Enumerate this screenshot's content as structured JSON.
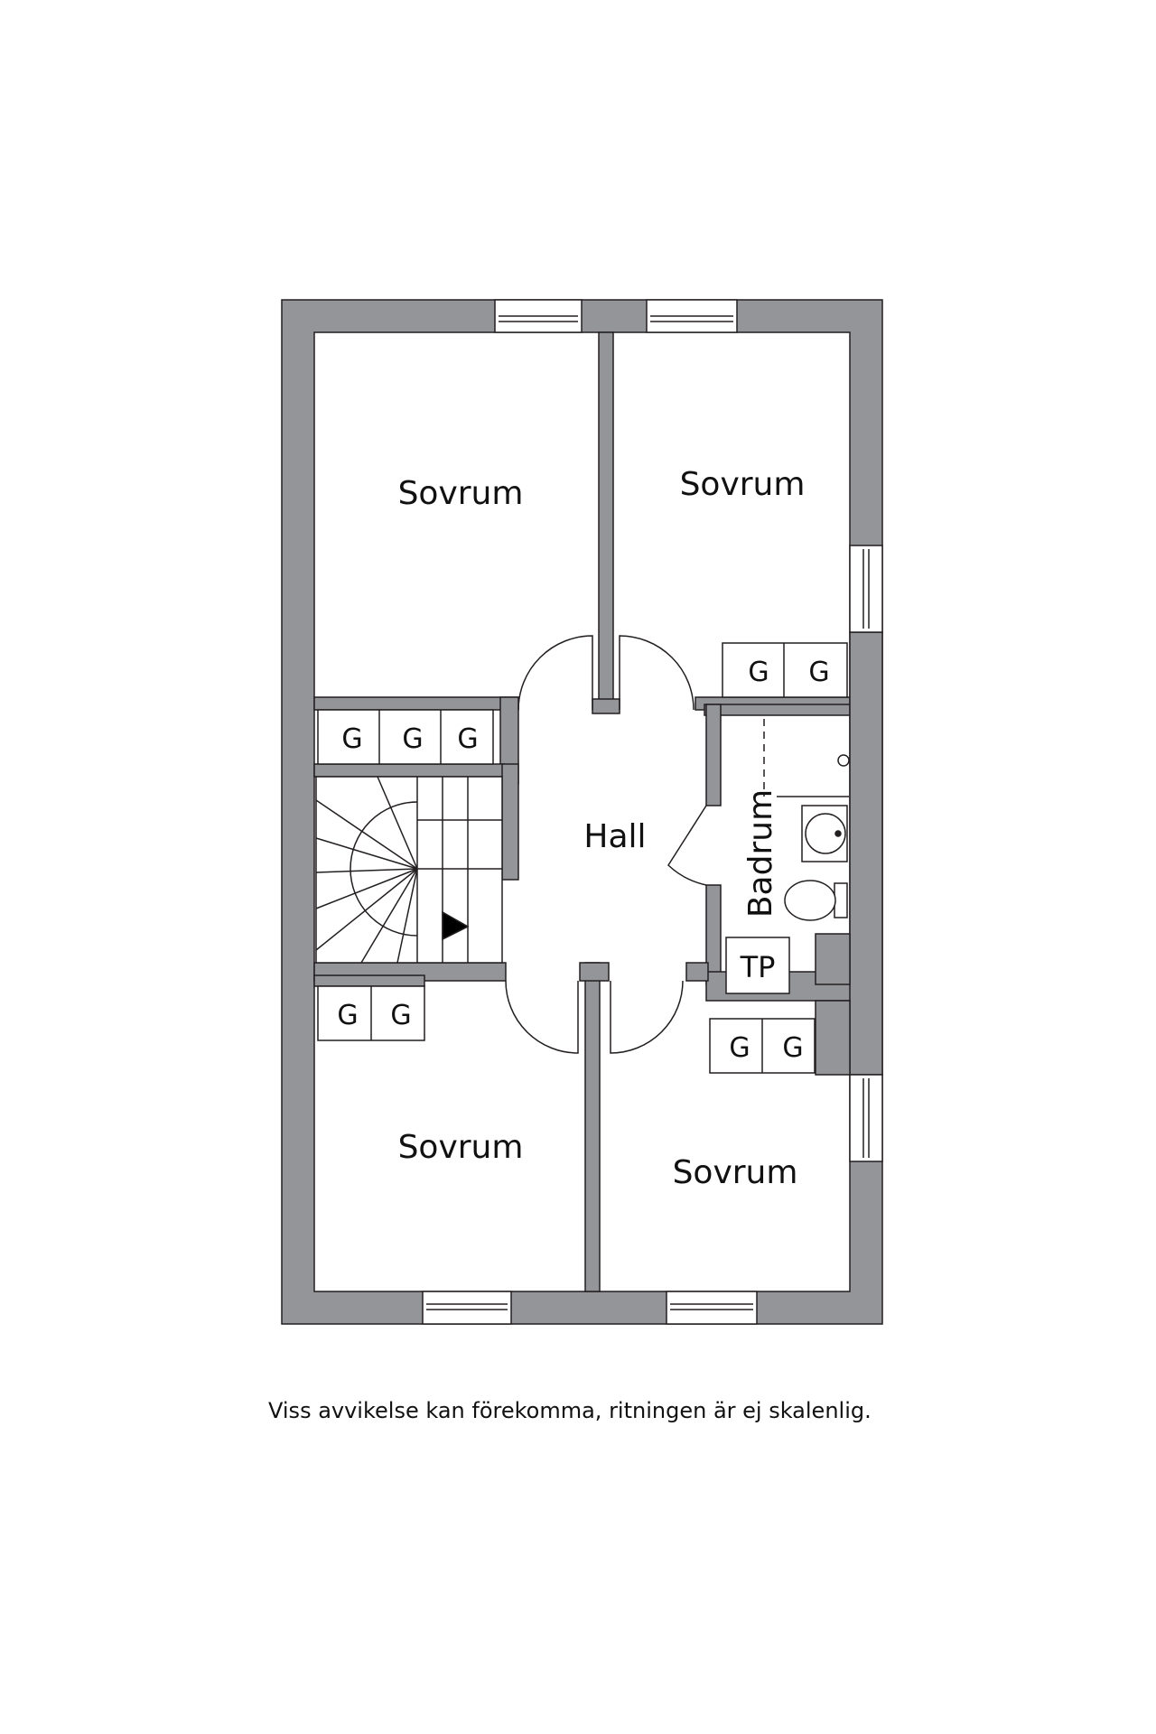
{
  "plan": {
    "rooms": {
      "bedroom_top_left": "Sovrum",
      "bedroom_top_right": "Sovrum",
      "bedroom_bottom_left": "Sovrum",
      "bedroom_bottom_right": "Sovrum",
      "hall": "Hall",
      "bathroom": "Badrum"
    },
    "closet_label": "G",
    "laundry_label": "TP",
    "wall_color": "#939598"
  },
  "footer": {
    "disclaimer": "Viss avvikelse kan förekomma, ritningen är ej skalenlig."
  }
}
